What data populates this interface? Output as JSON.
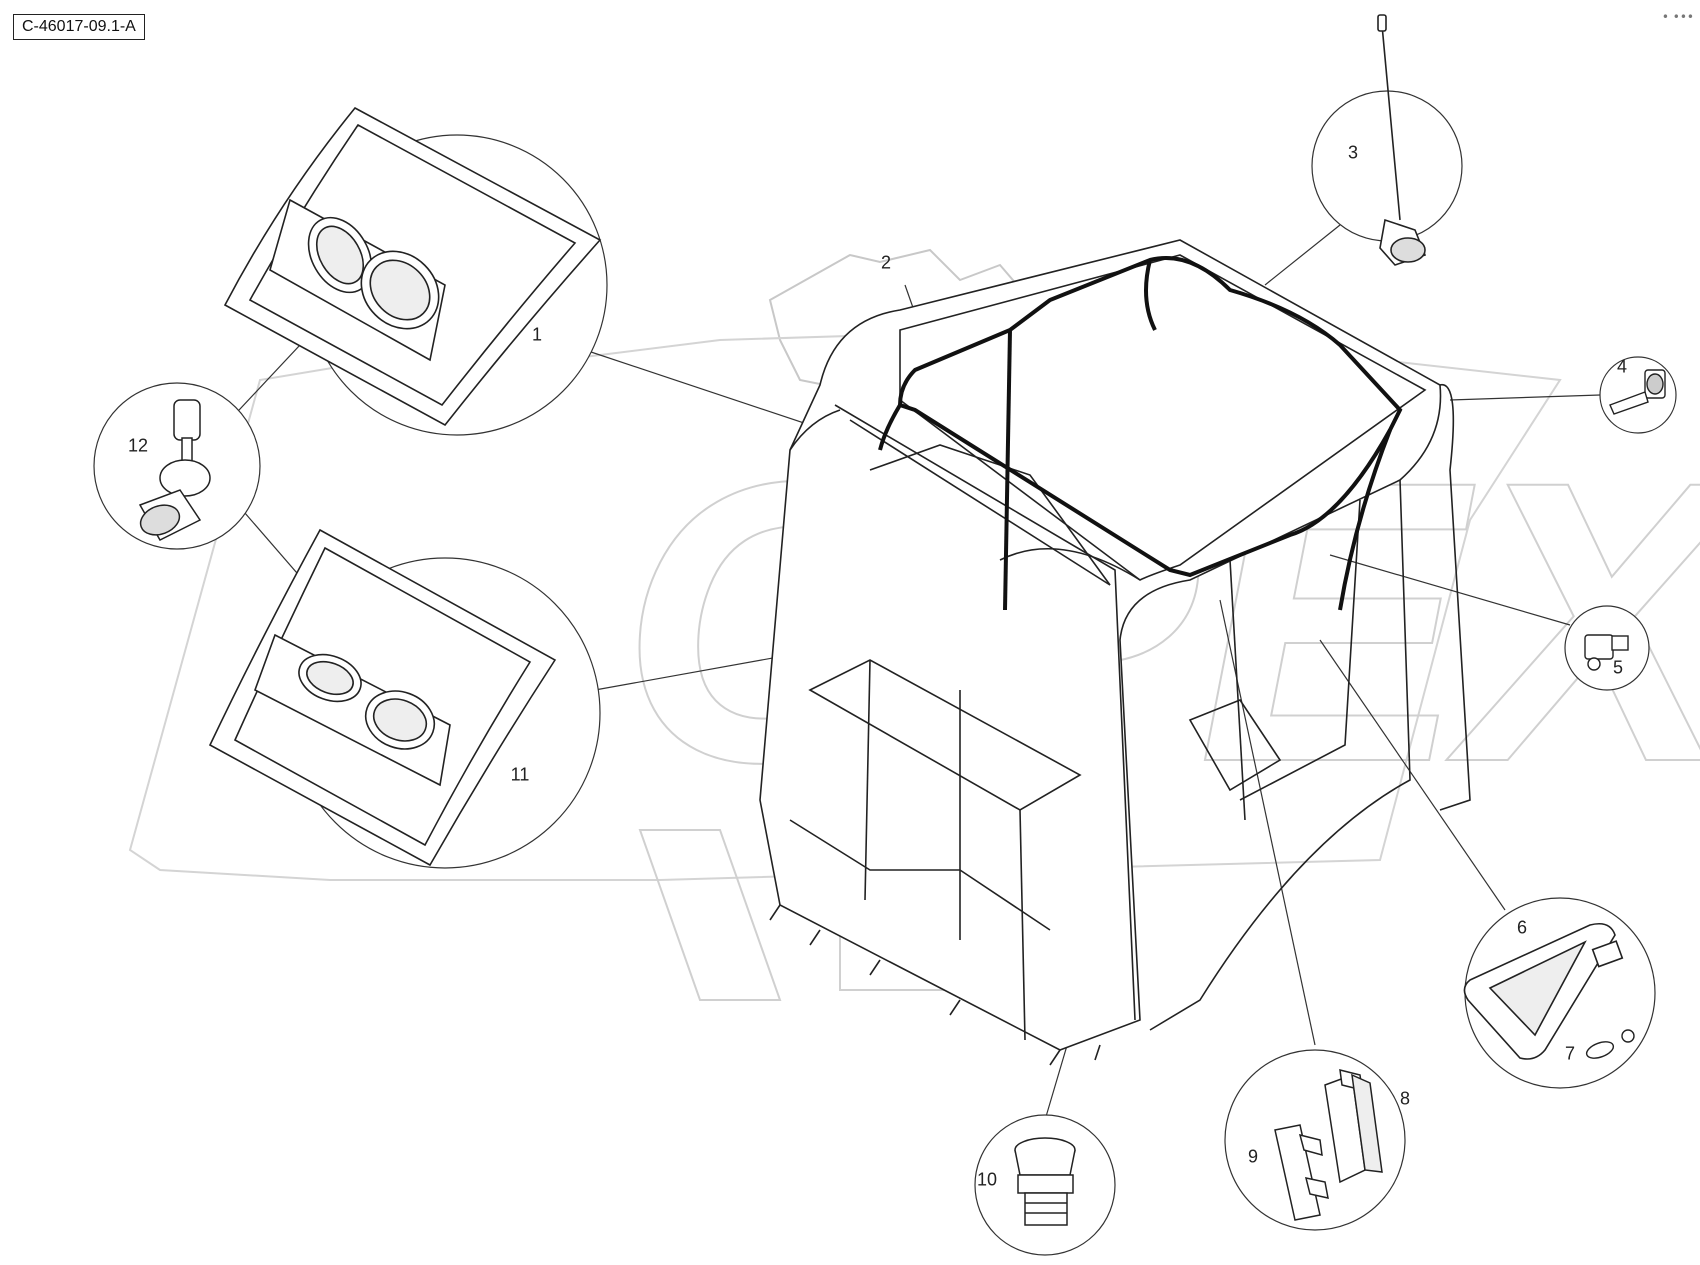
{
  "drawing_code": "C-46017-09.1-A",
  "watermark_text": "OPEX",
  "corner_mark": "• •••",
  "callouts": [
    {
      "num": "1"
    },
    {
      "num": "2"
    },
    {
      "num": "3"
    },
    {
      "num": "4"
    },
    {
      "num": "5"
    },
    {
      "num": "6"
    },
    {
      "num": "7"
    },
    {
      "num": "8"
    },
    {
      "num": "9"
    },
    {
      "num": "10"
    },
    {
      "num": "11"
    },
    {
      "num": "12"
    }
  ]
}
